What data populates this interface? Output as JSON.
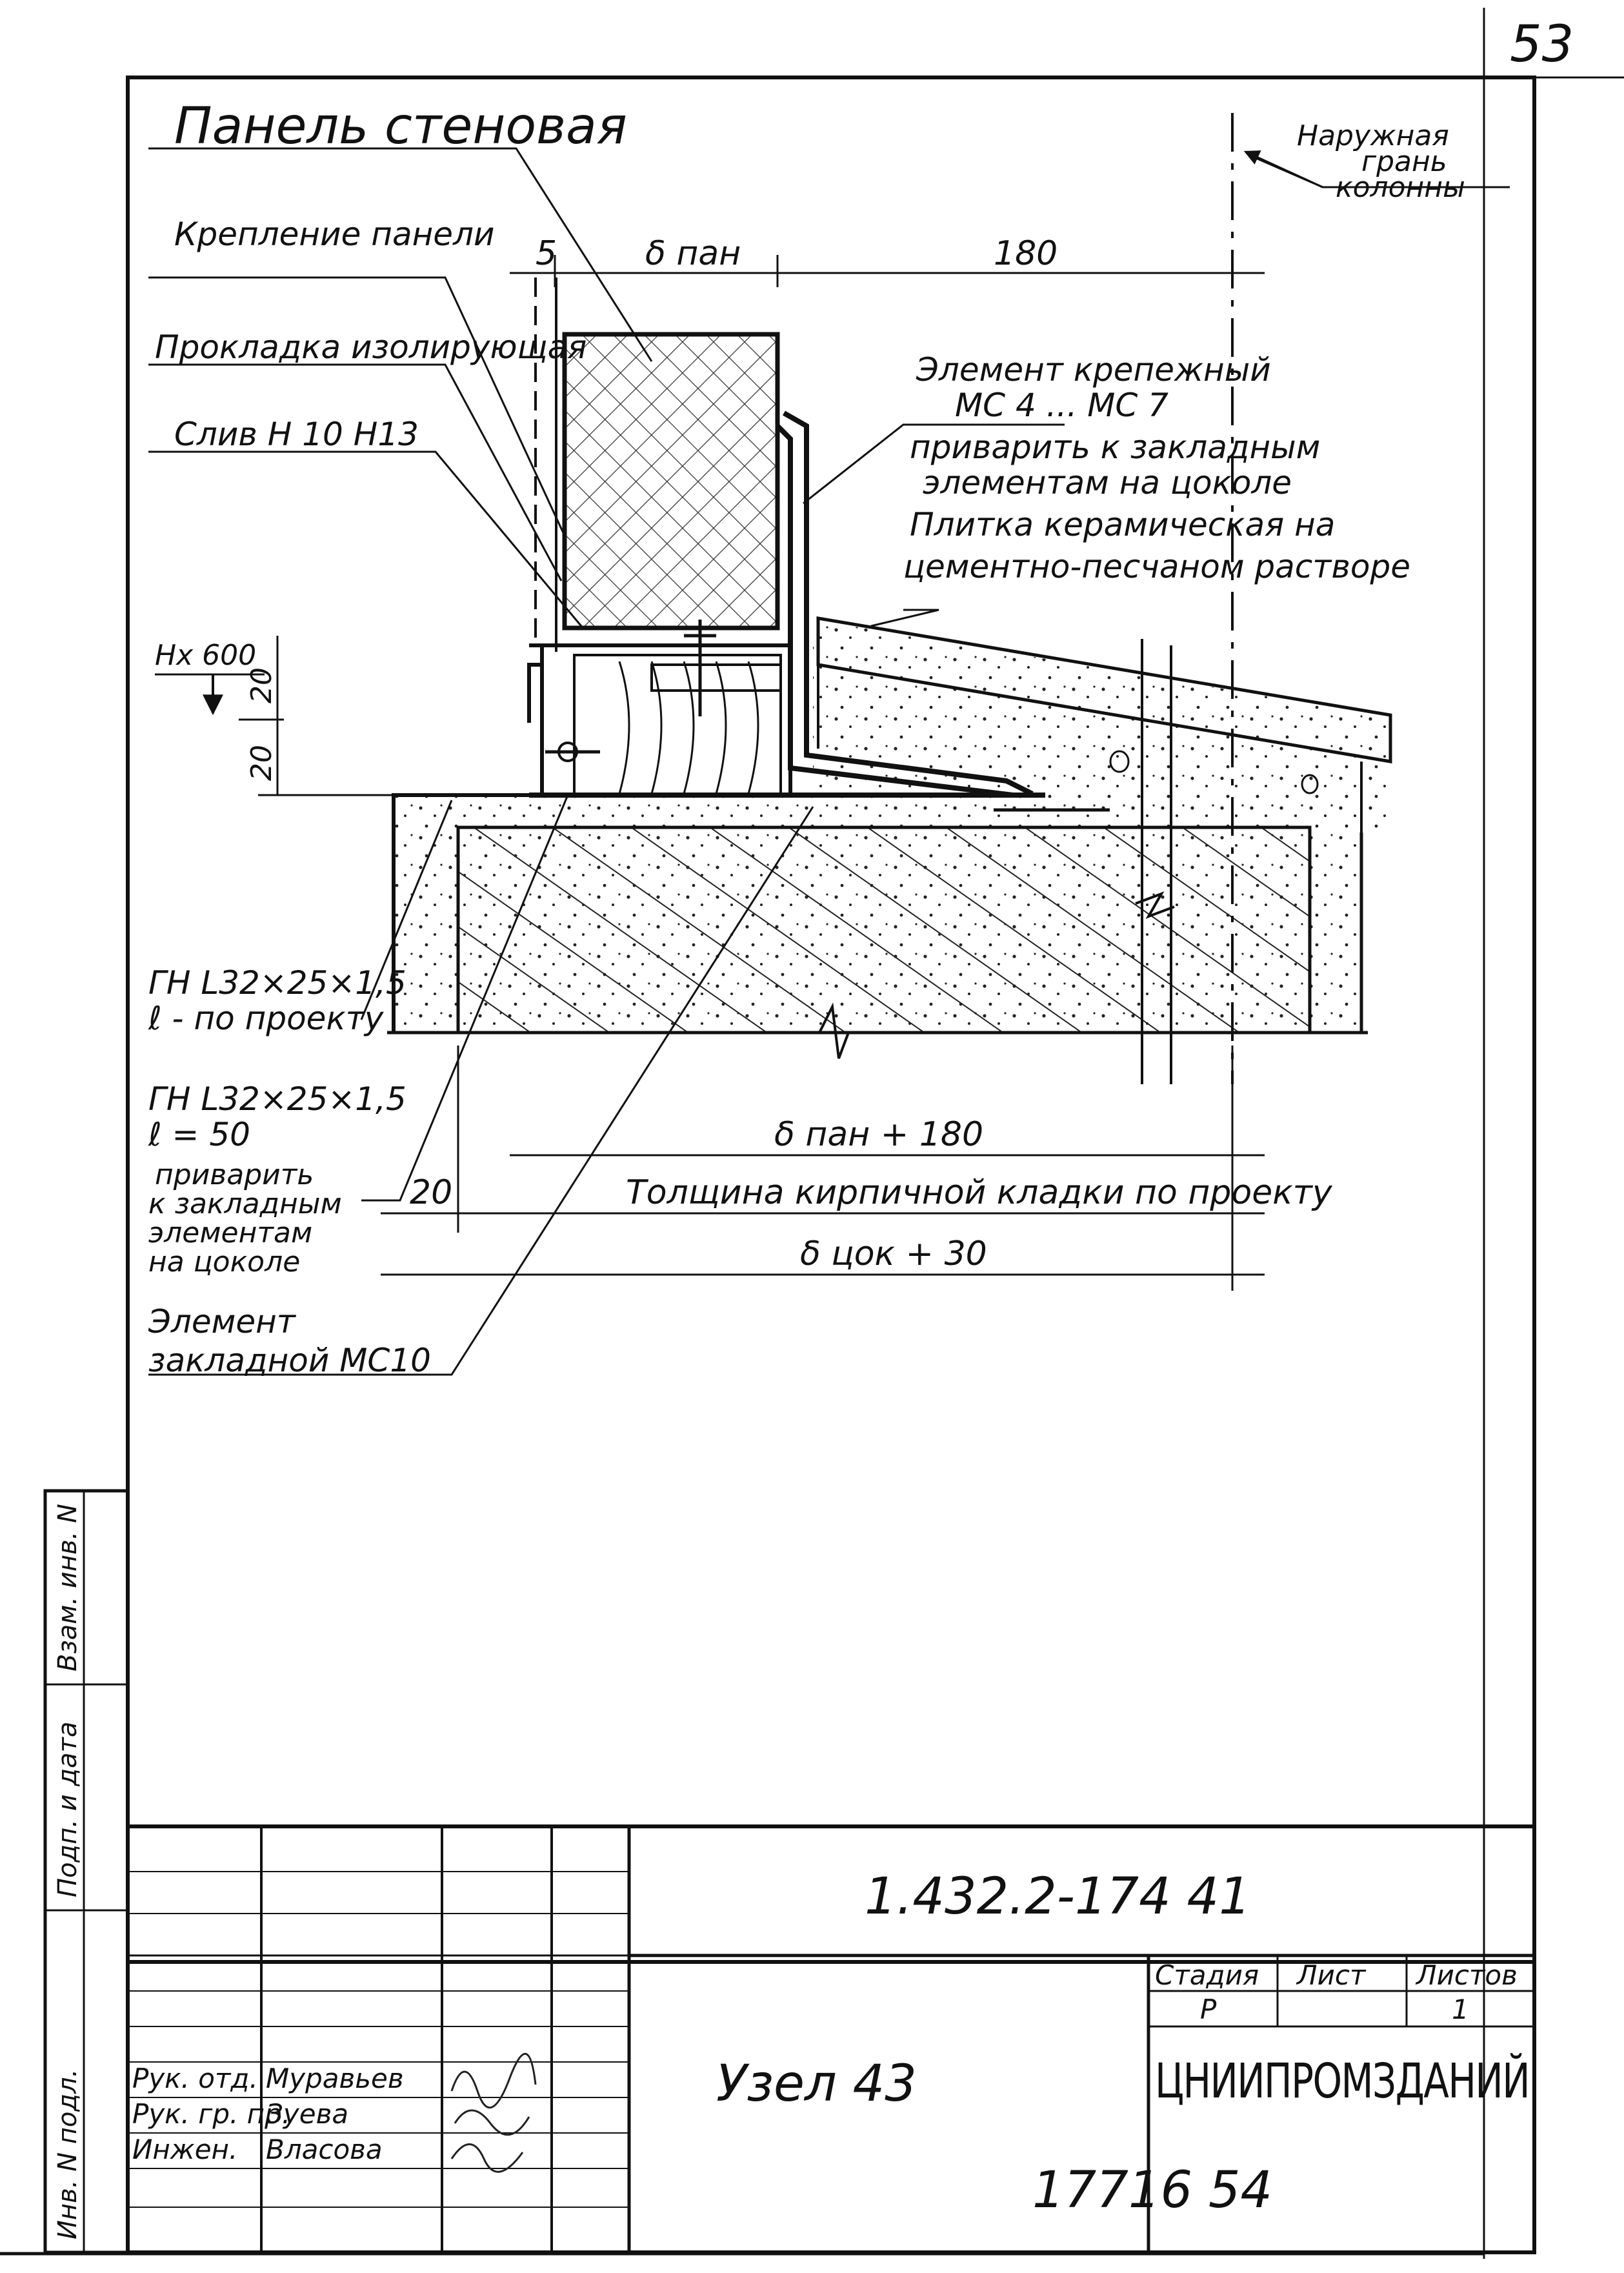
{
  "page_number": "53",
  "labels": {
    "wall_panel": "Панель стеновая",
    "panel_fastening": "Крепление панели",
    "insulating_gasket": "Прокладка изолирующая",
    "drip": "Слив Н 10   Н13",
    "fastener_element_1": "Элемент крепежный",
    "fastener_element_2": "МС 4 ... МС 7",
    "weld_1": "приварить к закладным",
    "weld_2": "элементам на цоколе",
    "tile_1": "Плитка керамическая на",
    "tile_2": "цементно-песчаном растворе",
    "column_face_1": "Наружная",
    "column_face_2": "грань",
    "column_face_3": "колонны",
    "level": "Нх 600",
    "angle_1a": "ГН L32×25×1,5",
    "angle_1b": "ℓ - по проекту",
    "angle_2a": "ГН L32×25×1,5",
    "angle_2b": "ℓ = 50",
    "weld2_1": "приварить",
    "weld2_2": "к закладным",
    "weld2_3": "элементам",
    "weld2_4": "на цоколе",
    "embedded_1": "Элемент",
    "embedded_2": "закладной МС10"
  },
  "dimensions": {
    "d5": "5",
    "d_pan": "δ пан",
    "d180": "180",
    "d20a": "20",
    "d20b": "20",
    "d_pan180": "δ пан + 180",
    "d20c": "20",
    "brick": "Толщина кирпичной кладки по проекту",
    "d_tsok": "δ цок + 30"
  },
  "side_stamp": {
    "inv_podl": "Инв. N подл.",
    "podp_data": "Подп. и дата",
    "vzam": "Взам. инв. N"
  },
  "title_block": {
    "code": "1.432.2-174 41",
    "name": "Узел 43",
    "rows": [
      {
        "role": "Рук. отд.",
        "person": "Муравьев"
      },
      {
        "role": "Рук. гр. пр.",
        "person": "Зуева"
      },
      {
        "role": "Инжен.",
        "person": "Власова"
      }
    ],
    "stage_label": "Стадия",
    "sheet_label": "Лист",
    "sheets_label": "Листов",
    "stage": "Р",
    "sheet": "1",
    "org": "ЦНИИПРОМЗДАНИЙ"
  },
  "footer": "17716   54"
}
